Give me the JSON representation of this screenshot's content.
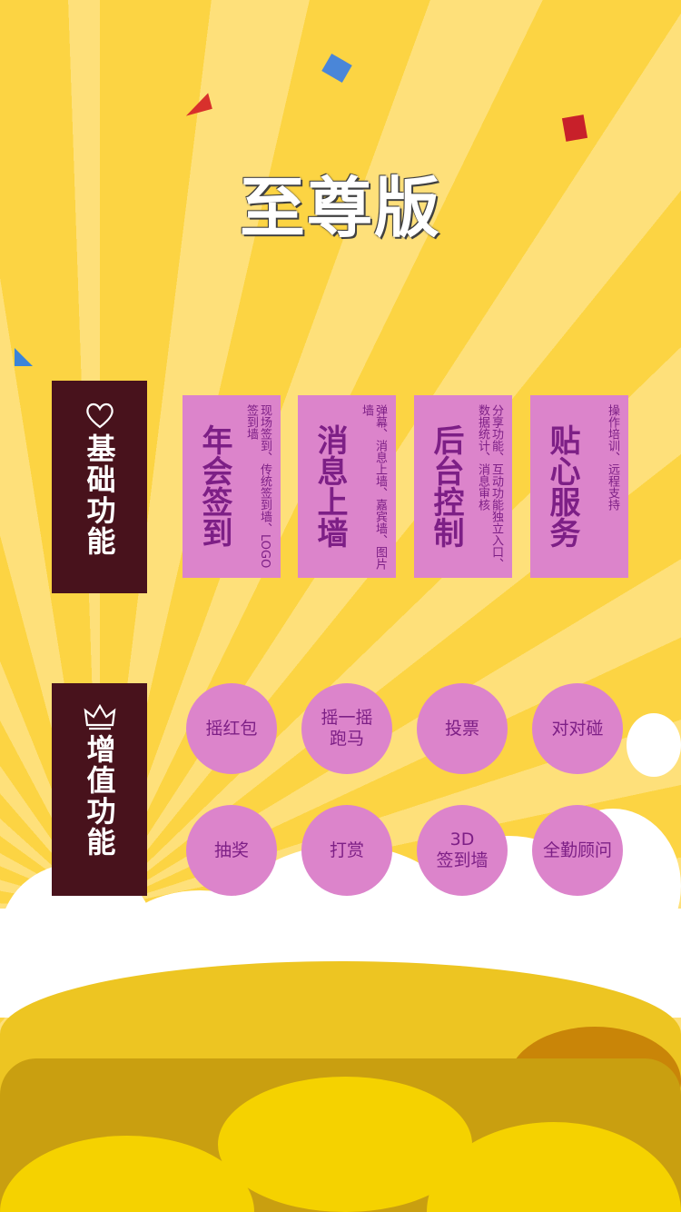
{
  "title": "至尊版",
  "basic": {
    "label": "基础功能",
    "icon": "heart-icon",
    "cards": [
      {
        "title": "年会签到",
        "desc": "现场签到、传统签到墙、LOGO签到墙"
      },
      {
        "title": "消息上墙",
        "desc": "弹幕、消息上墙、嘉宾墙、图片墙"
      },
      {
        "title": "后台控制",
        "desc": "分享功能、互动功能独立入口、数据统计、消息审核"
      },
      {
        "title": "贴心服务",
        "desc": "操作培训、远程支持"
      }
    ]
  },
  "value_added": {
    "label": "增值功能",
    "icon": "crown-icon",
    "items": [
      "摇红包",
      "摇一摇\n跑马",
      "投票",
      "对对碰",
      "抽奖",
      "打赏",
      "3D\n签到墙",
      "全勤顾问"
    ]
  },
  "colors": {
    "card": "#dc84cb",
    "text": "#7d1f86",
    "side": "#48121c"
  }
}
